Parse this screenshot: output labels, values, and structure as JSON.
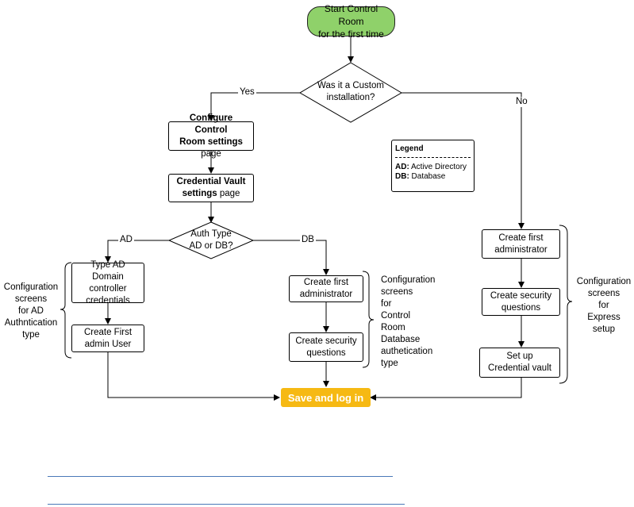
{
  "start": {
    "line1": "Start Control Room",
    "line2": "for the first time"
  },
  "decision_custom": {
    "line1": "Was it a Custom",
    "line2": "installation?"
  },
  "edge_yes": "Yes",
  "edge_no": "No",
  "configure_page": {
    "bold1": "Configure Control",
    "bold2": "Room settings",
    "rest": " page"
  },
  "credential_vault_page": {
    "bold1": "Credential Vault",
    "bold2": "settings",
    "rest": " page"
  },
  "decision_auth": {
    "line1": "Auth Type",
    "line2": "AD or DB?"
  },
  "edge_ad": "AD",
  "edge_db": "DB",
  "legend": {
    "title": "Legend",
    "items": [
      {
        "key": "AD:",
        "value": " Active Directory"
      },
      {
        "key": "DB:",
        "value": " Database"
      }
    ]
  },
  "ad_flow": {
    "step1": {
      "line1": "Type AD Domain",
      "line2": "controller",
      "line3": "credentials"
    },
    "step2": {
      "line1": "Create First",
      "line2": "admin User"
    },
    "brace_label": [
      "Configuration",
      "screens",
      "for AD",
      "Authntication",
      "type"
    ]
  },
  "db_flow": {
    "step1": {
      "line1": "Create first",
      "line2": "administrator"
    },
    "step2": {
      "line1": "Create security",
      "line2": "questions"
    },
    "brace_label": [
      "Configuration",
      "screens",
      "for",
      "Control",
      "Room",
      "Database",
      "authetication",
      "type"
    ]
  },
  "express_flow": {
    "step1": {
      "line1": "Create first",
      "line2": "administrator"
    },
    "step2": {
      "line1": "Create security",
      "line2": "questions"
    },
    "step3": {
      "line1": "Set up",
      "line2": "Credential vault"
    },
    "brace_label": [
      "Configuration",
      "screens",
      "for",
      "Express",
      "setup"
    ]
  },
  "save_button": "Save and log in"
}
